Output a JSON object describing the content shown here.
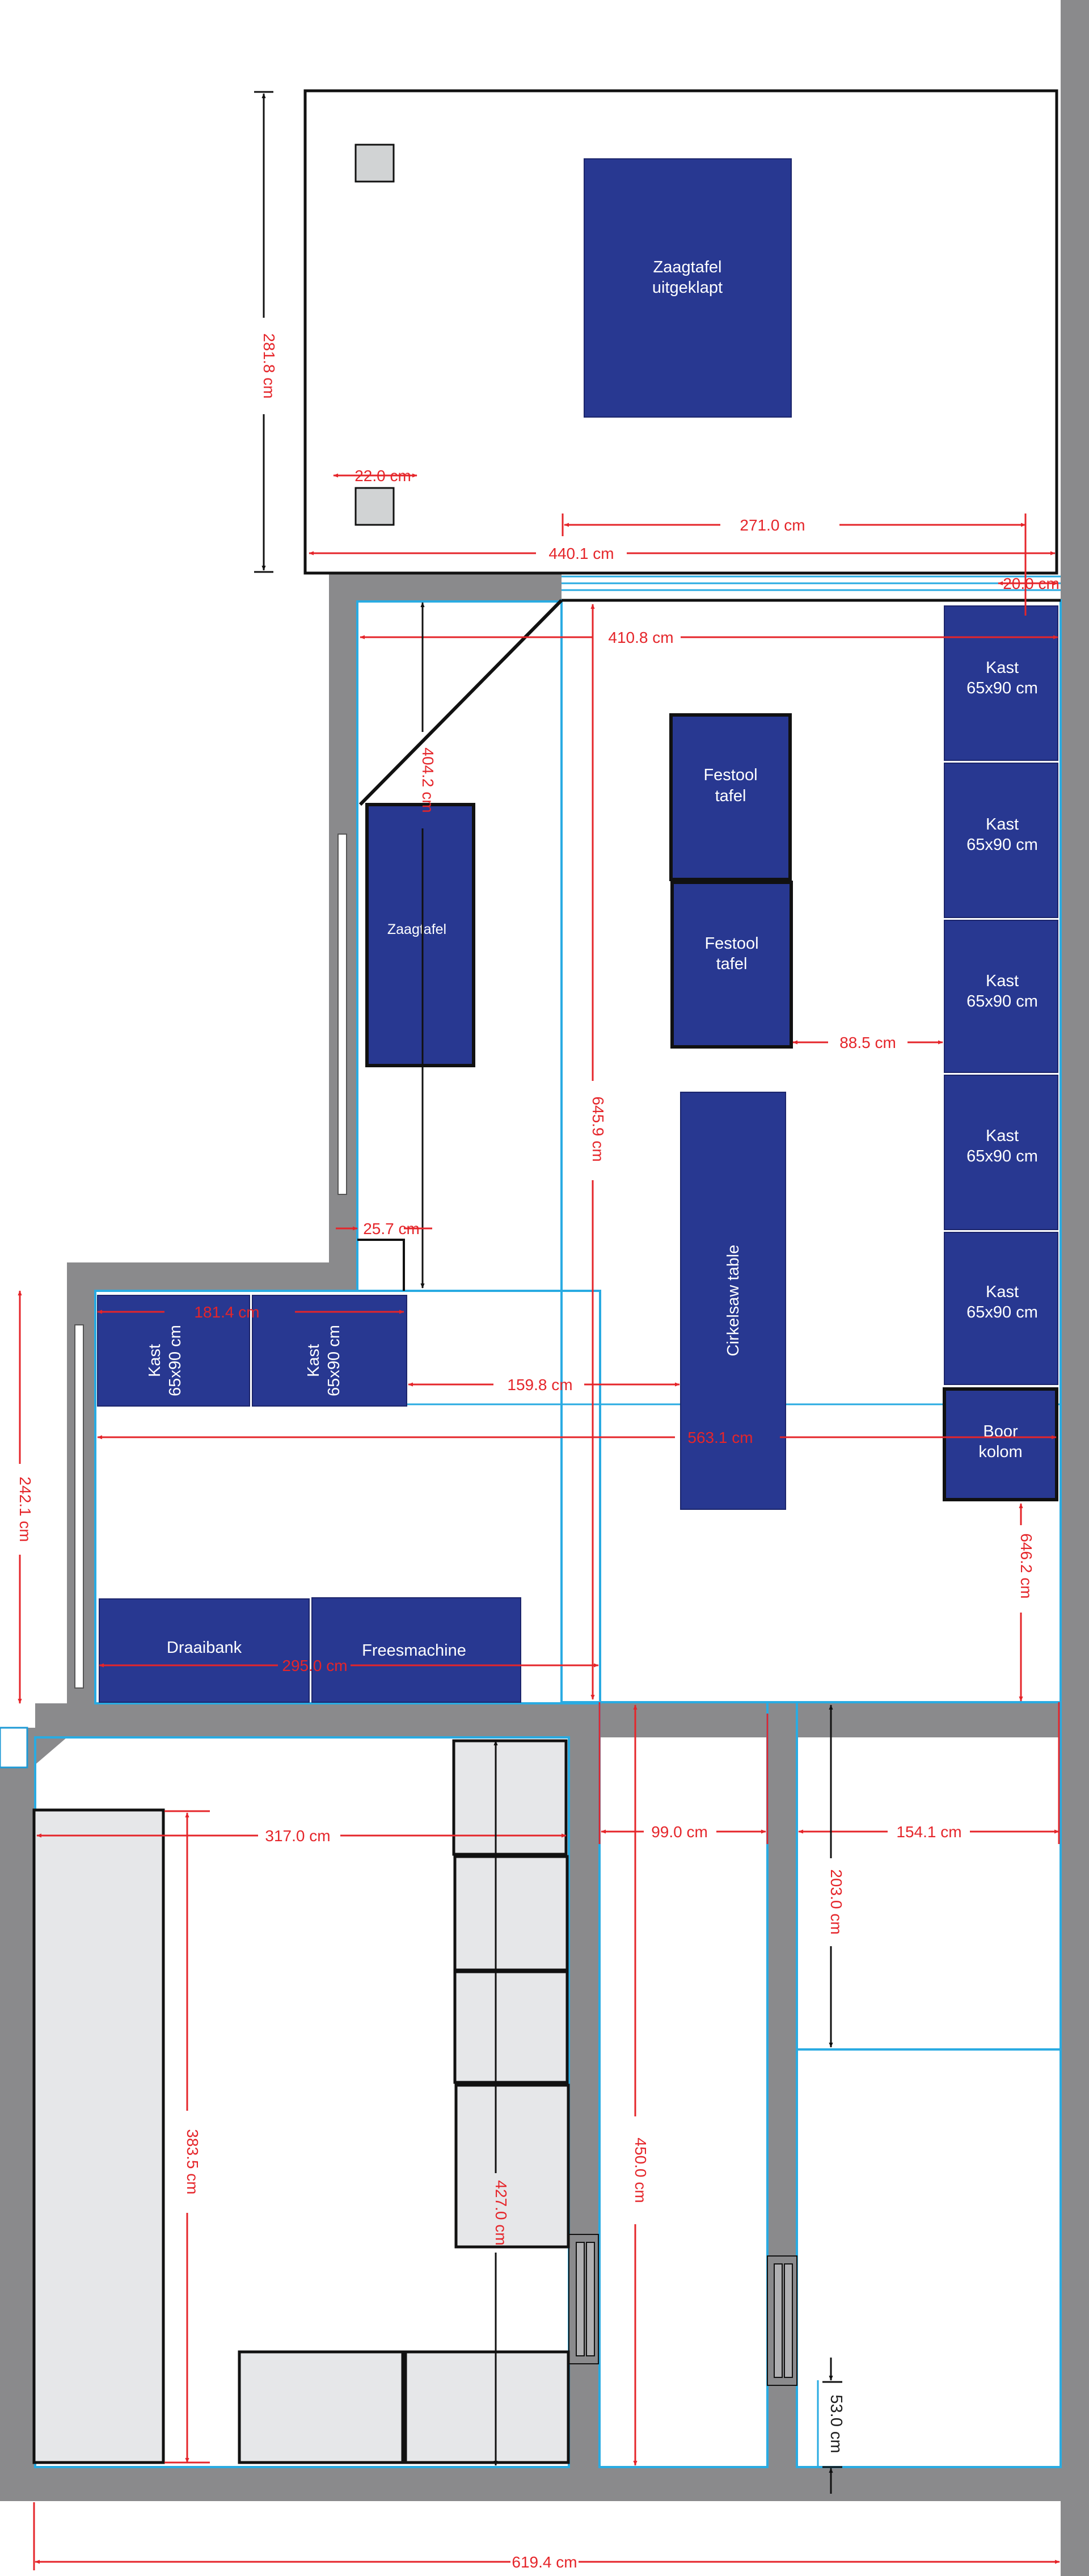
{
  "title": "Workshop floor plan",
  "colors": {
    "wall": "#8a8a8c",
    "furniture": "#283891",
    "dimension": "#e5252a",
    "outline": "#29abe2",
    "grey_unit": "#e6e7e9",
    "floor": "#ffffff"
  },
  "furniture": {
    "zaagtafel_open": [
      "Zaagtafel",
      "uitgeklapt"
    ],
    "zaagtafel": "Zaagtafel",
    "festool_1": [
      "Festool",
      "tafel"
    ],
    "festool_2": [
      "Festool",
      "tafel"
    ],
    "cirkelsaw": "Cirkelsaw table",
    "kast_right": [
      [
        "Kast",
        "65x90 cm"
      ],
      [
        "Kast",
        "65x90 cm"
      ],
      [
        "Kast",
        "65x90 cm"
      ],
      [
        "Kast",
        "65x90 cm"
      ],
      [
        "Kast",
        "65x90 cm"
      ]
    ],
    "boor_kolom": [
      "Boor",
      "kolom"
    ],
    "kast_left": [
      [
        "Kast",
        "65x90 cm"
      ],
      [
        "Kast",
        "65x90 cm"
      ]
    ],
    "draaibank": "Draaibank",
    "freesmachine": "Freesmachine"
  },
  "dimensions": {
    "d_281_8": "281.8 cm",
    "d_22_0": "22.0 cm",
    "d_271_0": "271.0 cm",
    "d_440_1": "440.1 cm",
    "d_20_0": "20.0 cm",
    "d_410_8": "410.8 cm",
    "d_404_2": "404.2 cm",
    "d_645_9": "645.9 cm",
    "d_88_5": "88.5 cm",
    "d_25_7": "25.7 cm",
    "d_181_4": "181.4 cm",
    "d_159_8": "159.8 cm",
    "d_563_1": "563.1 cm",
    "d_646_2": "646.2 cm",
    "d_242_1": "242.1 cm",
    "d_295_0": "295.0 cm",
    "d_317_0": "317.0 cm",
    "d_99_0": "99.0 cm",
    "d_154_1": "154.1 cm",
    "d_203_0": "203.0 cm",
    "d_383_5": "383.5 cm",
    "d_427_0": "427.0 cm",
    "d_450_0": "450.0 cm",
    "d_53_0": "53.0 cm",
    "d_619_4": "619.4 cm"
  }
}
